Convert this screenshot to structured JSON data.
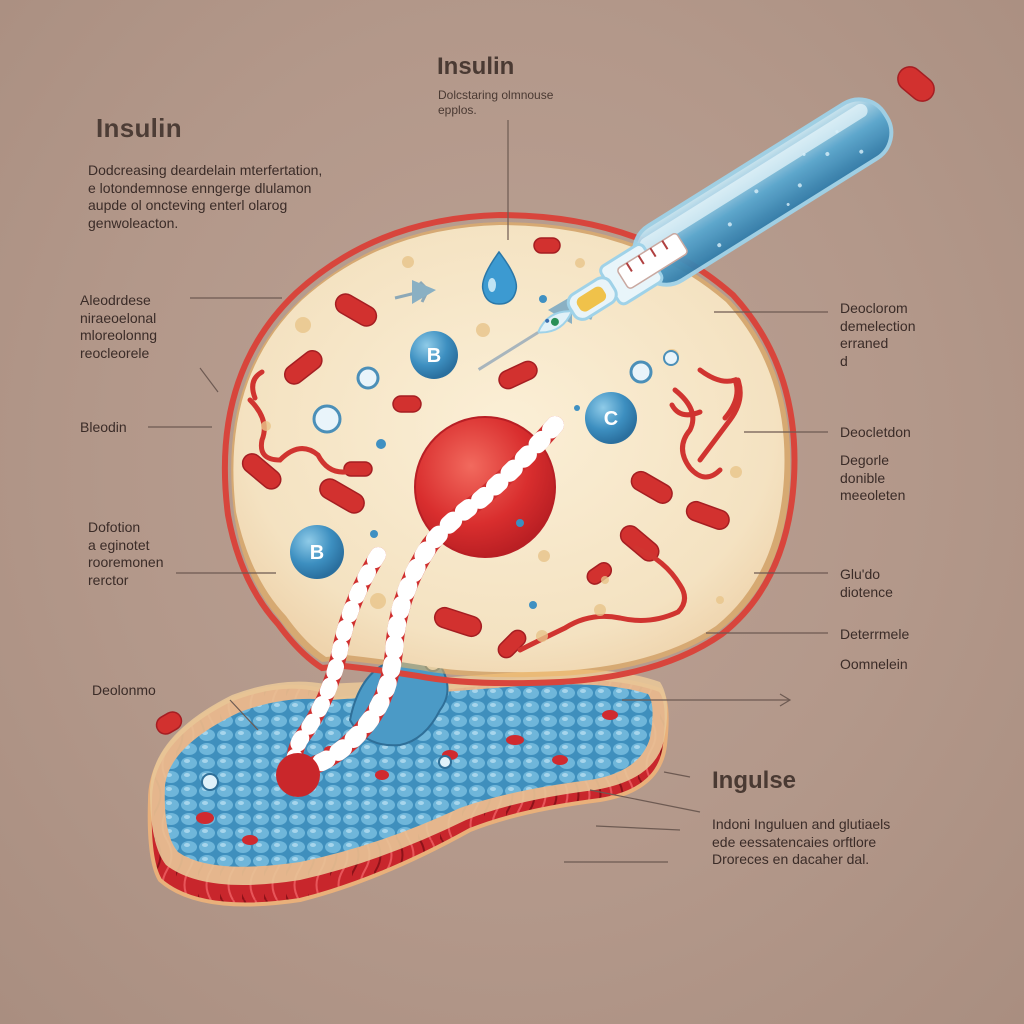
{
  "labels": {
    "top_title": "Insulin",
    "top_desc": "Dolcstaring olmnouse\nepplos.",
    "left_title": "Insulin",
    "left_desc": "Dodcreasing deardelain mterfertation,\ne lotondemnose enngerge dlulamon\naupde ol oncteving enterl olarog\ngenwoleacton.",
    "left_1": "Aleodrdese\nniraeoelonal\nmloreolonng\nreocleorele",
    "left_2": "Bleodin",
    "left_3": "Dofotion\na eginotet\nrooremonen\nrerctor",
    "left_4": "Deolonmo",
    "right_1": "Deoclorom\ndemelection\nerraned\nd",
    "right_2": "Deocletdon",
    "right_3": "Degorle\ndonible\nmeeoleten",
    "right_4": "Glu'do\ndiotence",
    "right_5": "Deterrmele",
    "right_6": "Oomnelein",
    "bottom_title": "Ingulse",
    "bottom_desc": "Indoni Inguluen and glutiaels\nede eessatencaies orftlore\nDroreces en dacaher dal."
  },
  "badges": {
    "b_top": "B",
    "c_right": "C",
    "b_left": "B"
  },
  "colors": {
    "background": "#b59a8c",
    "cell_fill": "#f5e6c8",
    "cell_rim": "#e0523e",
    "blood_red": "#d63a33",
    "molecule_blue": "#3f93c2",
    "tissue_blue": "#4f9fc7",
    "tissue_red": "#c7282d"
  },
  "icons": {
    "syringe": "syringe-icon",
    "droplet": "insulin-droplet-icon",
    "arrow_left": "arrow-left-icon",
    "arrow_right": "arrow-right-icon"
  }
}
